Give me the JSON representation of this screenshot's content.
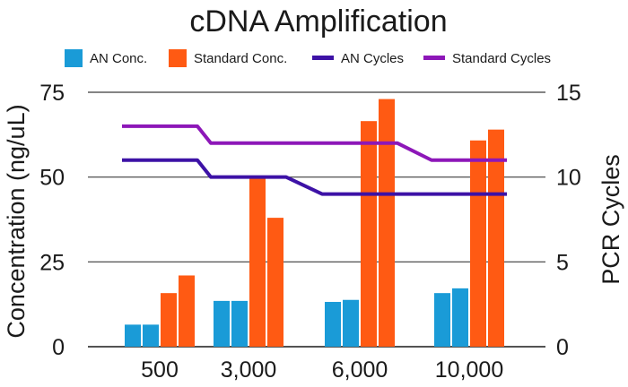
{
  "chart_data": {
    "type": "bar",
    "title": "cDNA Amplification",
    "xlabel": "",
    "ylabel": "Concentration (ng/uL)",
    "y2label": "PCR Cycles",
    "categories": [
      "500",
      "3,000",
      "6,000",
      "10,000"
    ],
    "ylim": [
      0,
      75
    ],
    "y2lim": [
      0,
      15
    ],
    "yticks": [
      "0",
      "25",
      "50",
      "75"
    ],
    "y2ticks": [
      "0",
      "5",
      "10",
      "15"
    ],
    "grid": true,
    "legend_position": "top",
    "bar_series": [
      {
        "name": "AN Conc.",
        "color": "#1a9bd7",
        "values": [
          [
            6.5,
            6.5
          ],
          [
            13.5,
            13.5
          ],
          [
            13.2,
            13.8
          ],
          [
            15.8,
            17.2
          ]
        ]
      },
      {
        "name": "Standard Conc.",
        "color": "#ff5a13",
        "values": [
          [
            15.8,
            21
          ],
          [
            50,
            38
          ],
          [
            66.5,
            73
          ],
          [
            60.8,
            64
          ]
        ]
      }
    ],
    "line_series": [
      {
        "name": "AN Cycles",
        "color": "#3d12a6",
        "axis": "right",
        "values": [
          11,
          10,
          9,
          9
        ]
      },
      {
        "name": "Standard Cycles",
        "color": "#8d17b8",
        "axis": "right",
        "values": [
          13,
          12,
          12,
          11
        ]
      }
    ]
  }
}
